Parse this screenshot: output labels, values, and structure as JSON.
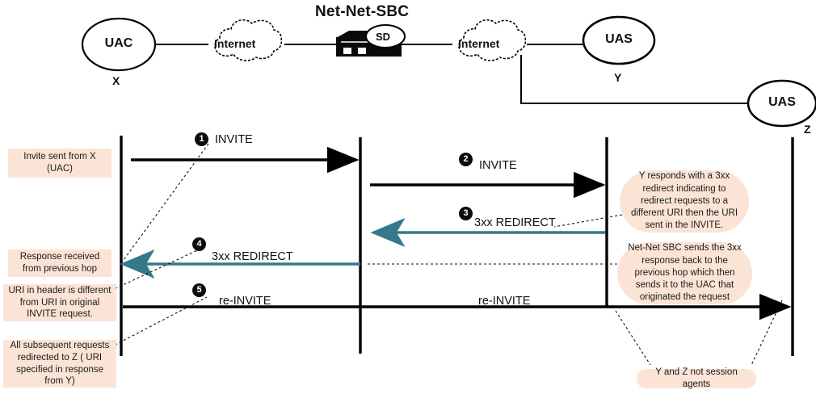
{
  "diagram": {
    "title": "Net-Net-SBC",
    "topology": {
      "nodes": [
        {
          "id": "uac-x",
          "label": "UAC",
          "sub": "X",
          "type": "endpoint-ellipse"
        },
        {
          "id": "internet-left",
          "label": "Internet",
          "sub": "",
          "type": "cloud"
        },
        {
          "id": "sbc",
          "label": "SD",
          "sub": "",
          "type": "device"
        },
        {
          "id": "internet-right",
          "label": "Internet",
          "sub": "",
          "type": "cloud"
        },
        {
          "id": "uas-y",
          "label": "UAS",
          "sub": "Y",
          "type": "endpoint-ellipse"
        },
        {
          "id": "uas-z",
          "label": "UAS",
          "sub": "Z",
          "type": "endpoint-ellipse"
        }
      ]
    },
    "messages": [
      {
        "num": "1",
        "label": "INVITE",
        "color": "#000000",
        "direction": "right"
      },
      {
        "num": "2",
        "label": "INVITE",
        "color": "#000000",
        "direction": "right"
      },
      {
        "num": "3",
        "label": "3xx REDIRECT",
        "color": "#35788c",
        "direction": "left"
      },
      {
        "num": "4",
        "label": "3xx REDIRECT",
        "color": "#35788c",
        "direction": "left"
      },
      {
        "num": "5",
        "label": "re-INVITE",
        "color": "#000000",
        "direction": "right"
      },
      {
        "num": "",
        "label": "re-INVITE",
        "color": "#000000",
        "direction": "right"
      }
    ],
    "left_notes": [
      {
        "id": "note-invite-sent",
        "text": "Invite sent from X (UAC)"
      },
      {
        "id": "note-response-received",
        "text": "Response received from previous hop"
      },
      {
        "id": "note-uri-different",
        "text": "URI in header is different from URI in original INVITE request."
      },
      {
        "id": "note-subsequent-requests",
        "text": "All subsequent requests redirected to Z ( URI specified in response from Y)"
      }
    ],
    "right_notes": [
      {
        "id": "bubble-y-responds",
        "text": "Y responds with a 3xx redirect indicating to redirect requests to a different URI then the URI sent in the INVITE."
      },
      {
        "id": "bubble-sbc-sends",
        "text": "Net-Net SBC sends the 3xx response back to the previous hop which then sends it to the UAC that originated the request"
      },
      {
        "id": "bubble-not-session-agents",
        "text": "Y and Z not session agents"
      }
    ],
    "colors": {
      "accent_teal": "#35788c",
      "note_peach": "#fbe4d5",
      "line_black": "#000000"
    }
  }
}
